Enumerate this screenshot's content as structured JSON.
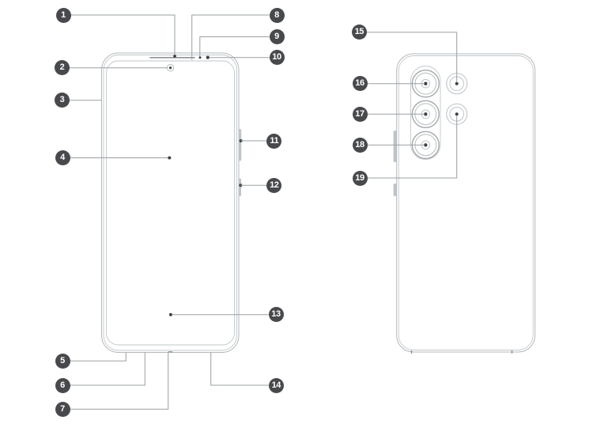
{
  "figure": {
    "description_of_visible_content": "Line diagram of a smartphone, front view (left) and back view (right), with numbered callouts",
    "callouts": [
      {
        "n": "1"
      },
      {
        "n": "2"
      },
      {
        "n": "3"
      },
      {
        "n": "4"
      },
      {
        "n": "5"
      },
      {
        "n": "6"
      },
      {
        "n": "7"
      },
      {
        "n": "8"
      },
      {
        "n": "9"
      },
      {
        "n": "10"
      },
      {
        "n": "11"
      },
      {
        "n": "12"
      },
      {
        "n": "13"
      },
      {
        "n": "14"
      },
      {
        "n": "15"
      },
      {
        "n": "16"
      },
      {
        "n": "17"
      },
      {
        "n": "18"
      },
      {
        "n": "19"
      }
    ]
  },
  "colors": {
    "background": "#ffffff",
    "outline": "#b3b8bb",
    "callout_line": "#9aa0a3",
    "dot": "#3c4144",
    "badge_bg": "#47494c",
    "badge_text": "#ffffff"
  }
}
